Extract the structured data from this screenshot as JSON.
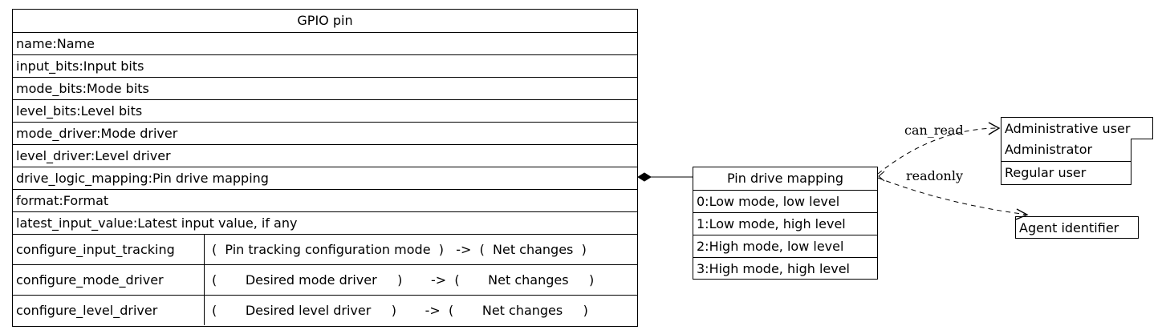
{
  "gpio_pin": {
    "title": "GPIO pin",
    "attributes": [
      "name:Name",
      "input_bits:Input bits",
      "mode_bits:Mode bits",
      "level_bits:Level bits",
      "mode_driver:Mode driver",
      "level_driver:Level driver",
      "drive_logic_mapping:Pin drive mapping",
      "format:Format",
      "latest_input_value:Latest input value, if any"
    ],
    "methods": [
      {
        "name": "configure_input_tracking",
        "open": "(",
        "param": "Pin tracking configuration mode",
        "close": ")",
        "arrow": "->",
        "ret_open": "(",
        "ret": "Net changes",
        "ret_close": ")"
      },
      {
        "name": "configure_mode_driver",
        "open": "(",
        "param": "Desired mode driver",
        "close": ")",
        "arrow": "->",
        "ret_open": "(",
        "ret": "Net changes",
        "ret_close": ")"
      },
      {
        "name": "configure_level_driver",
        "open": "(",
        "param": "Desired level driver",
        "close": ")",
        "arrow": "->",
        "ret_open": "(",
        "ret": "Net changes",
        "ret_close": ")"
      }
    ]
  },
  "pin_drive_mapping": {
    "title": "Pin drive mapping",
    "entries": [
      "0:Low mode, low level",
      "1:Low mode, high level",
      "2:High mode, low level",
      "3:High mode, high level"
    ]
  },
  "roles": {
    "title": "Administrative user",
    "entries": [
      "Administrator",
      "Regular user"
    ]
  },
  "agent": {
    "title": "Agent identifier"
  },
  "edges": {
    "can_read": "can_read",
    "readonly": "readonly"
  }
}
